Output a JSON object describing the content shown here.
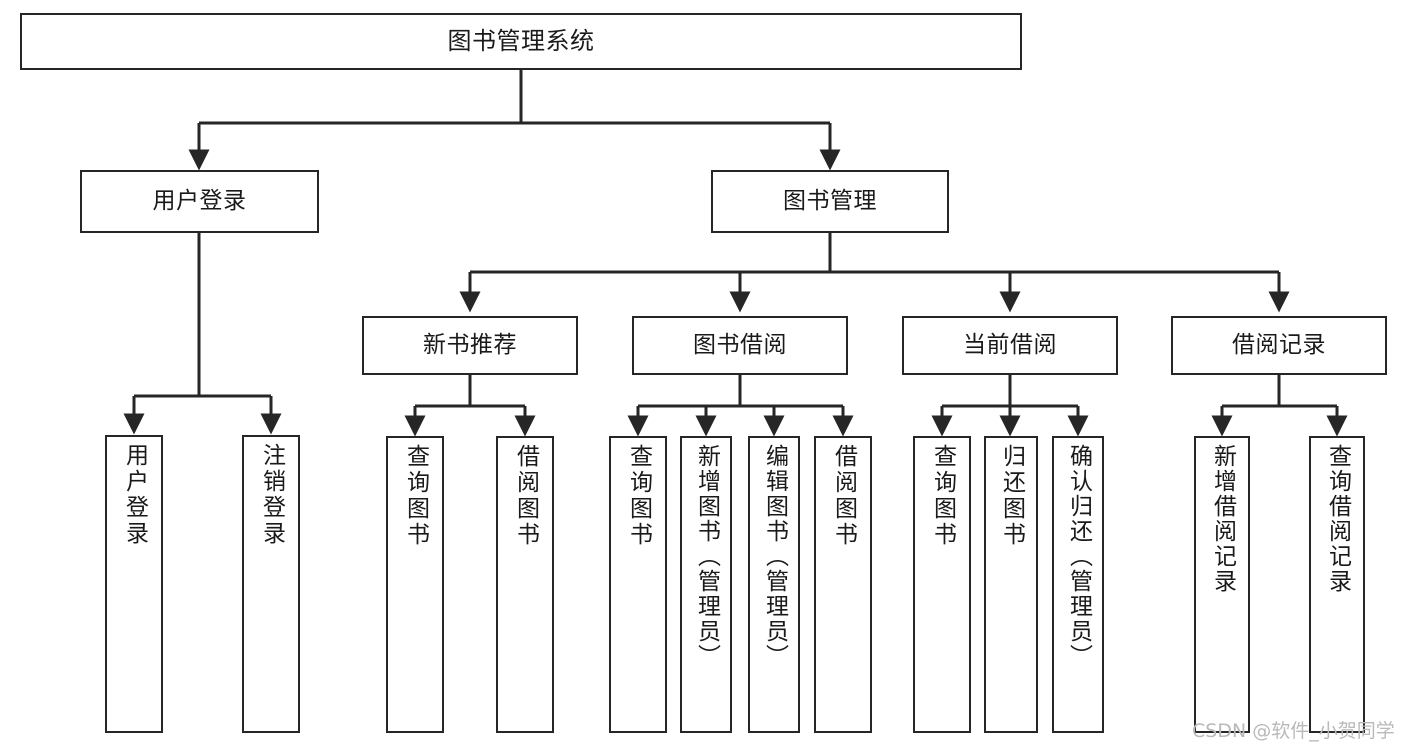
{
  "diagram": {
    "title": "图书管理系统",
    "type": "tree-hierarchy",
    "root": {
      "label": "图书管理系统"
    },
    "level2": [
      {
        "label": "用户登录"
      },
      {
        "label": "图书管理"
      }
    ],
    "level3": [
      {
        "label": "新书推荐"
      },
      {
        "label": "图书借阅"
      },
      {
        "label": "当前借阅"
      },
      {
        "label": "借阅记录"
      }
    ],
    "leaves": {
      "user_login": [
        {
          "label": "用户登录"
        },
        {
          "label": "注销登录"
        }
      ],
      "new_book_recommend": [
        {
          "label": "查询图书"
        },
        {
          "label": "借阅图书"
        }
      ],
      "book_borrow": [
        {
          "label": "查询图书"
        },
        {
          "label": "新增图书（管理员）"
        },
        {
          "label": "编辑图书（管理员）"
        },
        {
          "label": "借阅图书"
        }
      ],
      "current_borrow": [
        {
          "label": "查询图书"
        },
        {
          "label": "归还图书"
        },
        {
          "label": "确认归还（管理员）"
        }
      ],
      "borrow_records": [
        {
          "label": "新增借阅记录"
        },
        {
          "label": "查询借阅记录"
        }
      ]
    }
  },
  "watermark": {
    "text": "CSDN @软件_小贺同学"
  },
  "colors": {
    "stroke": "#262626",
    "text": "#1a1a1a",
    "background": "#ffffff",
    "watermark": "#b9b9b9"
  }
}
